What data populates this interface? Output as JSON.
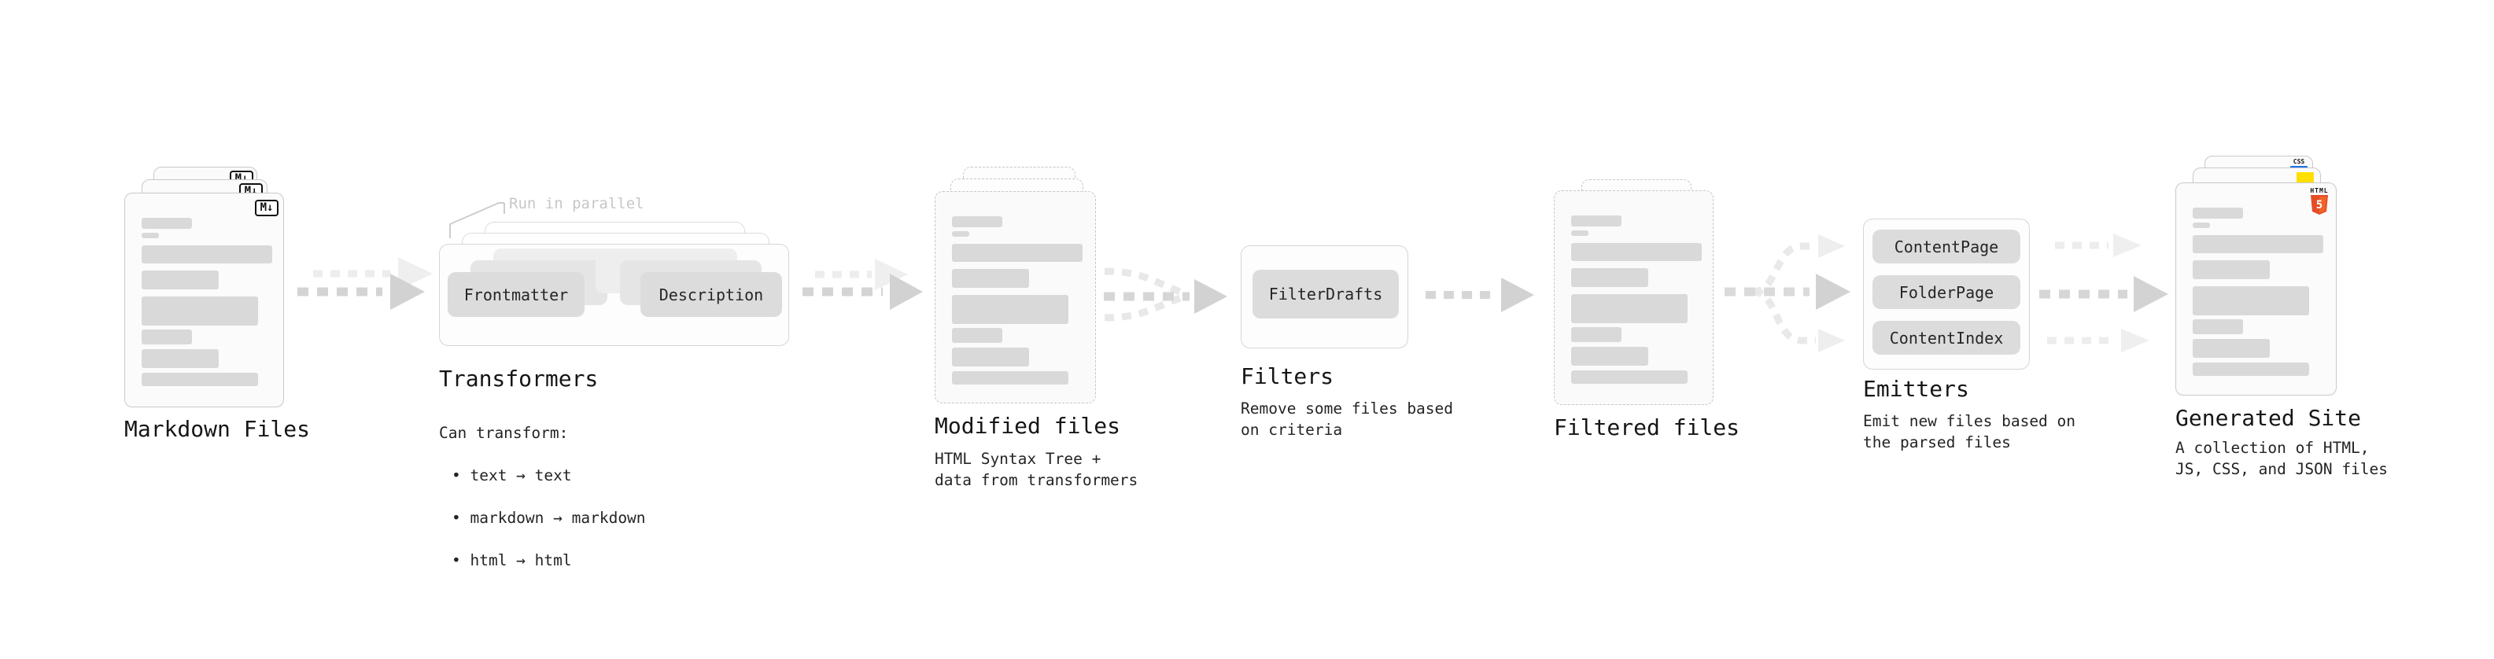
{
  "diagram": {
    "stages": {
      "markdown": {
        "title": "Markdown Files",
        "badge": "M↓"
      },
      "transformers": {
        "title": "Transformers",
        "note": "Run in parallel",
        "pill_left": "Frontmatter",
        "pill_right": "Description",
        "desc_title": "Can transform:",
        "bullets": [
          "• text → text",
          "• markdown → markdown",
          "• html → html"
        ]
      },
      "modified": {
        "title": "Modified files",
        "subtitle": "HTML Syntax Tree +\ndata from transformers"
      },
      "filters": {
        "title": "Filters",
        "pill": "FilterDrafts",
        "subtitle": "Remove some files based\non criteria"
      },
      "filtered": {
        "title": "Filtered files"
      },
      "emitters": {
        "title": "Emitters",
        "pills": [
          "ContentPage",
          "FolderPage",
          "ContentIndex"
        ],
        "subtitle": "Emit new files based on\nthe parsed files"
      },
      "generated": {
        "title": "Generated Site",
        "subtitle": "A collection of HTML,\nJS, CSS, and JSON files",
        "html5_word": "HTML",
        "html5_number": "5",
        "css_label": "CSS"
      }
    },
    "colors": {
      "html5_orange": "#e44d26",
      "html5_orange_light": "#f16529",
      "js_yellow": "#ffdf00",
      "css_blue": "#1a73e8",
      "card_border": "#c9c9c9",
      "pill_bg": "#dcdcdc",
      "arrow": "#d4d4d4",
      "arrow_faint": "#ededed",
      "note_gray": "#c7c7c7",
      "text": "#161616"
    }
  }
}
